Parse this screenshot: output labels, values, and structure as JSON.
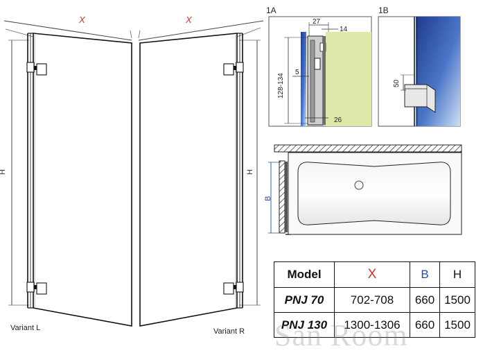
{
  "panels": {
    "left": {
      "width_label": "X",
      "height_label": "H",
      "caption": "Variant L"
    },
    "right": {
      "width_label": "X",
      "height_label": "H",
      "caption": "Variant R"
    }
  },
  "detail_1a": {
    "title": "1A",
    "dims": [
      "27",
      "14",
      "5",
      "128-134",
      "26"
    ]
  },
  "detail_1b": {
    "title": "1B",
    "dims": [
      "50"
    ]
  },
  "bath": {
    "width_label": "B"
  },
  "spec_table": {
    "headers": {
      "model": "Model",
      "x": "X",
      "b": "B",
      "h": "H"
    },
    "rows": [
      {
        "model": "PNJ 70",
        "x": "702-708",
        "b": "660",
        "h": "1500"
      },
      {
        "model": "PNJ 130",
        "x": "1300-1306",
        "b": "660",
        "h": "1500"
      }
    ]
  },
  "watermark": "San Room",
  "colors": {
    "x_label": "#d2322d",
    "b_label": "#1f4f9e",
    "glass": "#3a5fb8",
    "wall": "#dde9a8"
  }
}
